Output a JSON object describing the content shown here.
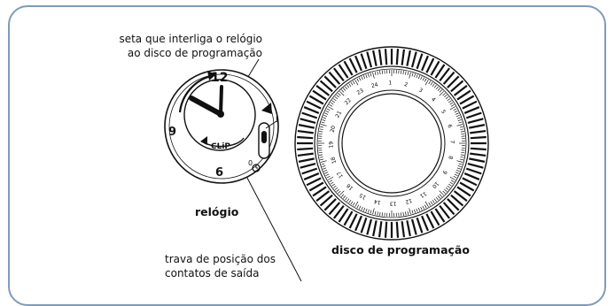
{
  "labels": {
    "arrow_note_line1": "seta que interliga o relógio",
    "arrow_note_line2": "ao disco de programação",
    "clock_caption": "relógio",
    "disc_caption": "disco de programação",
    "lock_note_line1": "trava de posição dos",
    "lock_note_line2": "contatos de saída"
  },
  "clock": {
    "numeral_12": "12",
    "numeral_9": "9",
    "numeral_6": "6",
    "brand": "CLiP",
    "switch_on_mark": "I",
    "switch_off_mark": "0"
  },
  "disc": {
    "hour_labels": [
      "3",
      "4",
      "5",
      "6",
      "7",
      "8",
      "9",
      "10",
      "11",
      "12",
      "13",
      "14",
      "15",
      "16",
      "17",
      "18",
      "19",
      "20",
      "21",
      "22",
      "23",
      "24",
      "1",
      "2"
    ]
  },
  "colors": {
    "frame": "#7f9bb8",
    "ink": "#111111"
  }
}
